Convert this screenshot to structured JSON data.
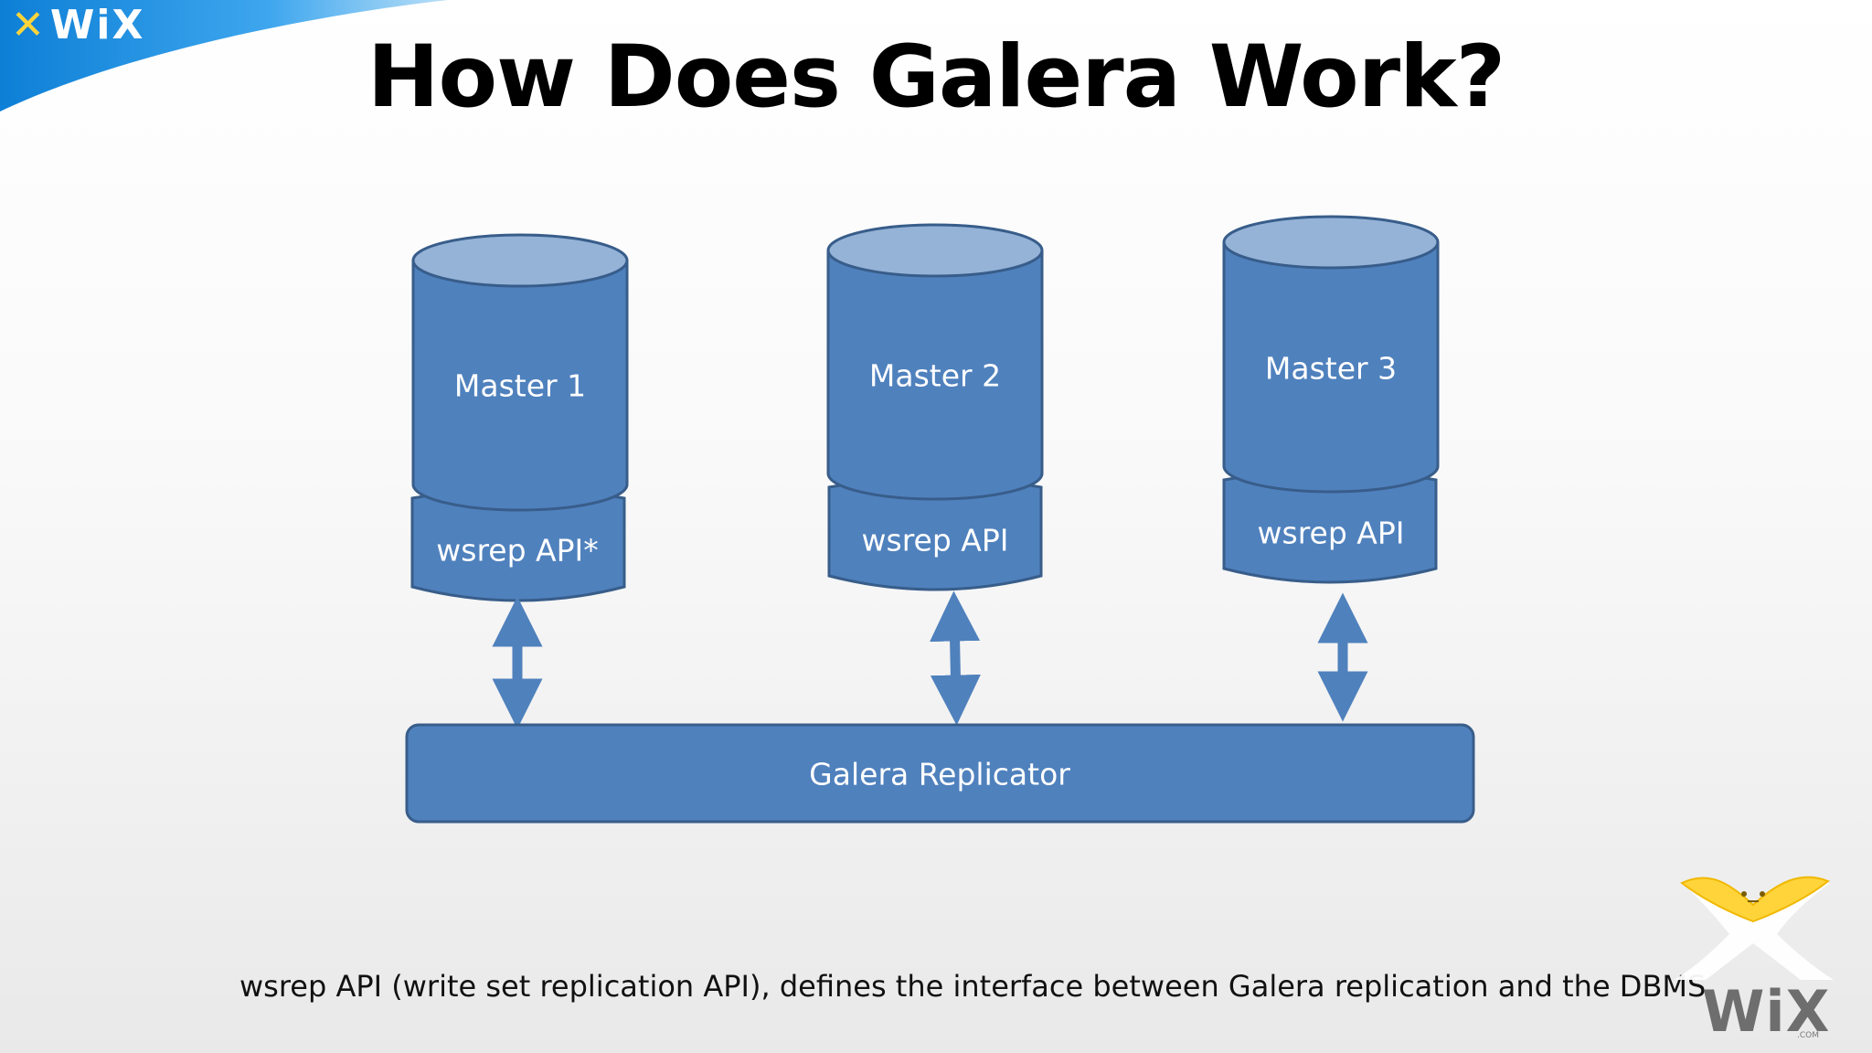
{
  "header": {
    "logo_text": "WiX"
  },
  "title": "How Does Galera Work?",
  "diagram": {
    "masters": [
      {
        "label": "Master 1",
        "api_label": "wsrep API*"
      },
      {
        "label": "Master 2",
        "api_label": "wsrep API"
      },
      {
        "label": "Master 3",
        "api_label": "wsrep API"
      }
    ],
    "replicator_label": "Galera Replicator"
  },
  "footnote": "wsrep API (write set replication API), defines the interface between Galera replication and the DBMS",
  "corner_logo": {
    "text": "WiX",
    "subtext": ".COM"
  },
  "colors": {
    "cylinder_fill": "#4f81bd",
    "cylinder_top": "#95b3d7",
    "outline": "#385d8a",
    "banner": "#1e8fe0",
    "logo_yellow": "#ffd43b"
  },
  "icons": [
    "wix-logo-icon",
    "double-arrow-icon"
  ]
}
